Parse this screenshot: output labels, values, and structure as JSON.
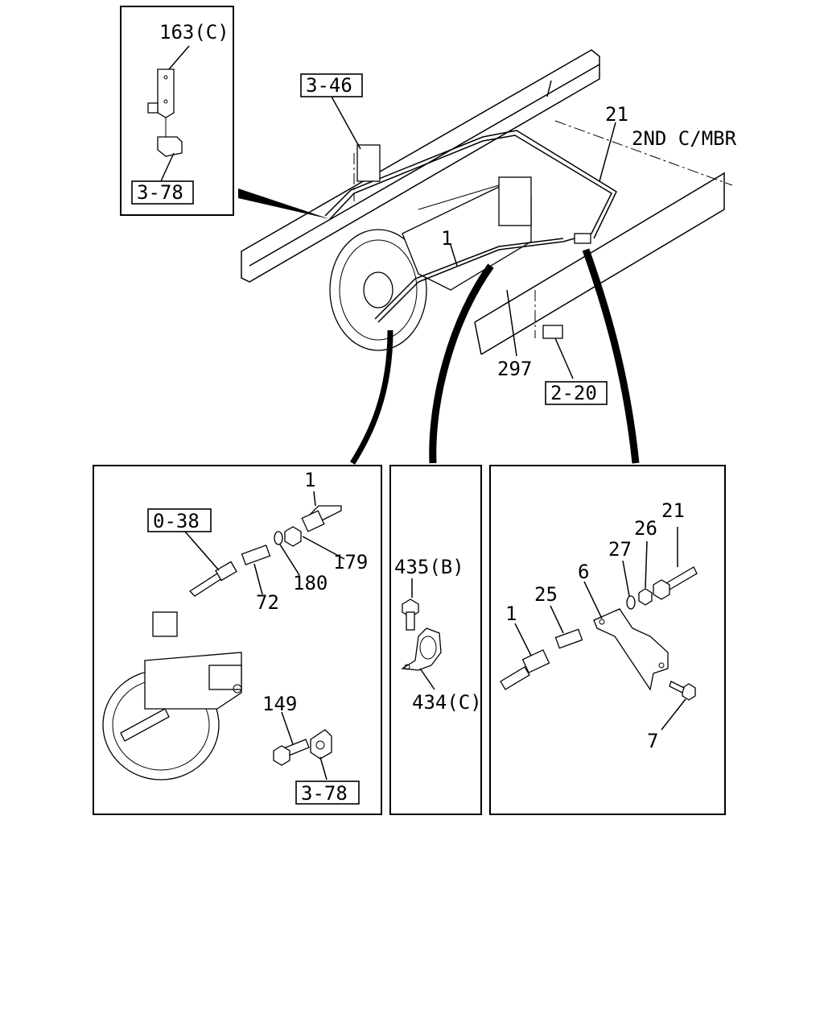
{
  "overview": {
    "frame_label": "2ND C/MBR",
    "callouts": {
      "cable": "1",
      "pipe": "21",
      "bracket": "297"
    },
    "refs": {
      "top": "3-46",
      "right": "2-20"
    }
  },
  "inset_top_left": {
    "clip_label": "163(C)",
    "ref": "3-78"
  },
  "panel_left": {
    "ref_top": "0-38",
    "cable": "1",
    "nut": "179",
    "washer": "180",
    "fitting": "72",
    "bolt": "149",
    "ref_bottom": "3-78"
  },
  "panel_middle": {
    "bolt": "435(B)",
    "clip": "434(C)"
  },
  "panel_right": {
    "cable": "1",
    "fitting": "25",
    "bracket": "6",
    "washer": "27",
    "nut": "26",
    "pipe": "21",
    "bolt": "7"
  }
}
